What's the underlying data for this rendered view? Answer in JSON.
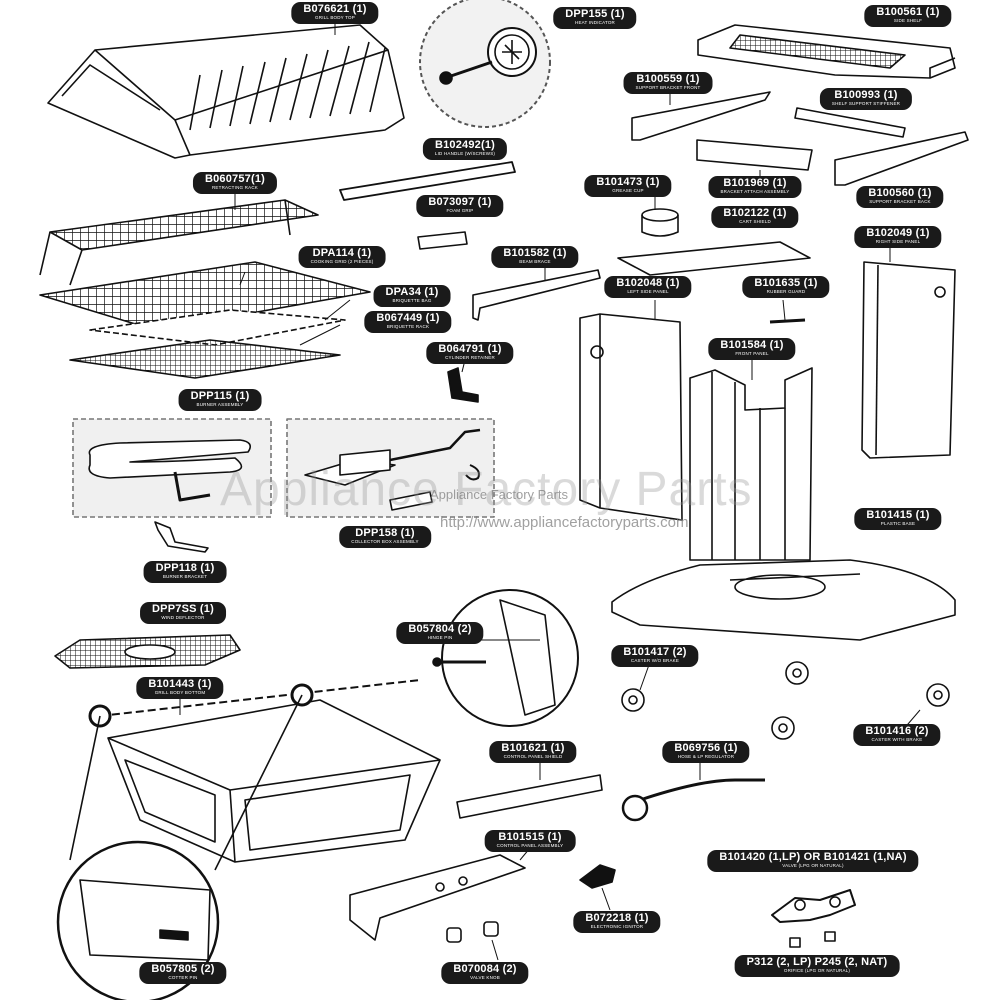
{
  "watermark": {
    "main": "Appliance Factory Parts",
    "small": "Appliance Factory Parts",
    "url": "http://www.appliancefactoryparts.com"
  },
  "colors": {
    "label_bg": "#1a1a1a",
    "label_text": "#ffffff",
    "line": "#111111"
  },
  "labels": [
    {
      "id": "grill-body-top",
      "part": "B076621 (1)",
      "desc": "GRILL BODY TOP"
    },
    {
      "id": "heat-indicator",
      "part": "DPP155 (1)",
      "desc": "HEAT INDICATOR"
    },
    {
      "id": "side-shelf",
      "part": "B100561 (1)",
      "desc": "SIDE SHELF"
    },
    {
      "id": "support-bracket-front",
      "part": "B100559 (1)",
      "desc": "SUPPORT BRACKET FRONT"
    },
    {
      "id": "shelf-support-stiffener",
      "part": "B100993 (1)",
      "desc": "SHELF SUPPORT STIFFENER"
    },
    {
      "id": "lid-handle",
      "part": "B102492(1)",
      "desc": "LID HANDLE (W/SCREWS)"
    },
    {
      "id": "retracting-rack",
      "part": "B060757(1)",
      "desc": "RETRACTING RACK"
    },
    {
      "id": "grease-cup",
      "part": "B101473 (1)",
      "desc": "GREASE CUP"
    },
    {
      "id": "bracket-attach-assembly",
      "part": "B101969 (1)",
      "desc": "BRACKET ATTACH ASSEMBLY"
    },
    {
      "id": "support-bracket-back",
      "part": "B100560 (1)",
      "desc": "SUPPORT BRACKET BACK"
    },
    {
      "id": "foam-grip",
      "part": "B073097 (1)",
      "desc": "FOAM GRIP"
    },
    {
      "id": "cart-shield",
      "part": "B102122 (1)",
      "desc": "CART SHIELD"
    },
    {
      "id": "right-side-panel",
      "part": "B102049 (1)",
      "desc": "RIGHT SIDE PANEL"
    },
    {
      "id": "cooking-grid",
      "part": "DPA114 (1)",
      "desc": "COOKING GRID (2 PIECES)"
    },
    {
      "id": "beam-brace",
      "part": "B101582 (1)",
      "desc": "BEAM BRACE"
    },
    {
      "id": "briquette-bag",
      "part": "DPA34 (1)",
      "desc": "BRIQUETTE BAG"
    },
    {
      "id": "left-side-panel",
      "part": "B102048 (1)",
      "desc": "LEFT SIDE PANEL"
    },
    {
      "id": "rubber-guard",
      "part": "B101635 (1)",
      "desc": "RUBBER GUARD"
    },
    {
      "id": "briquette-rack",
      "part": "B067449 (1)",
      "desc": "BRIQUETTE RACK"
    },
    {
      "id": "cylinder-retainer",
      "part": "B064791 (1)",
      "desc": "CYLINDER RETAINER"
    },
    {
      "id": "front-panel",
      "part": "B101584 (1)",
      "desc": "FRONT PANEL"
    },
    {
      "id": "burner-assembly",
      "part": "DPP115 (1)",
      "desc": "BURNER ASSEMBLY"
    },
    {
      "id": "plastic-base",
      "part": "B101415 (1)",
      "desc": "PLASTIC BASE"
    },
    {
      "id": "collector-box-assembly",
      "part": "DPP158 (1)",
      "desc": "COLLECTOR BOX ASSEMBLY"
    },
    {
      "id": "burner-bracket",
      "part": "DPP118 (1)",
      "desc": "BURNER BRACKET"
    },
    {
      "id": "wind-deflector",
      "part": "DPP7SS (1)",
      "desc": "WIND DEFLECTOR"
    },
    {
      "id": "hinge-pin",
      "part": "B057804 (2)",
      "desc": "HINGE PIN"
    },
    {
      "id": "caster-wo-brake",
      "part": "B101417 (2)",
      "desc": "CASTER W/O BRAKE"
    },
    {
      "id": "grill-body-bottom",
      "part": "B101443 (1)",
      "desc": "GRILL BODY BOTTOM"
    },
    {
      "id": "caster-with-brake",
      "part": "B101416 (2)",
      "desc": "CASTER WITH BRAKE"
    },
    {
      "id": "control-panel-shield",
      "part": "B101621 (1)",
      "desc": "CONTROL PANEL SHIELD"
    },
    {
      "id": "hose-lp-regulator",
      "part": "B069756 (1)",
      "desc": "HOSE & LP REGULATOR"
    },
    {
      "id": "control-panel-assembly",
      "part": "B101515 (1)",
      "desc": "CONTROL PANEL ASSEMBLY"
    },
    {
      "id": "valve",
      "part": "B101420  (1,LP)  OR B101421 (1,NA)",
      "desc": "VALVE (LPG OR NATURAL)"
    },
    {
      "id": "electronic-ignitor",
      "part": "B072218 (1)",
      "desc": "ELECTRONIC IGNITOR"
    },
    {
      "id": "cotter-pin",
      "part": "B057805 (2)",
      "desc": "COTTER PIN"
    },
    {
      "id": "valve-knob",
      "part": "B070084 (2)",
      "desc": "VALVE KNOB"
    },
    {
      "id": "orifice",
      "part": "P312 (2, LP)  P245 (2, NAT)",
      "desc": "ORIFICE (LPG OR NATURAL)"
    }
  ]
}
